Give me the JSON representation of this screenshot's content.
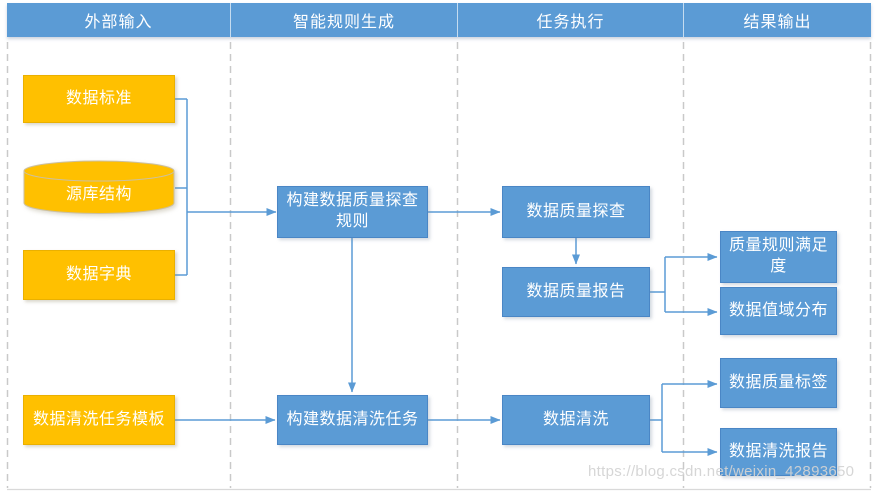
{
  "header": {
    "lanes": [
      {
        "label": "外部输入"
      },
      {
        "label": "智能规则生成"
      },
      {
        "label": "任务执行"
      },
      {
        "label": "结果输出"
      }
    ]
  },
  "nodes": {
    "data_standard": {
      "label": "数据标准"
    },
    "source_schema": {
      "label": "源库结构"
    },
    "data_dictionary": {
      "label": "数据字典"
    },
    "cleaning_template": {
      "label": "数据清洗任务模板"
    },
    "build_probe_rules": {
      "label": "构建数据质量探查\n规则"
    },
    "build_cleaning_task": {
      "label": "构建数据清洗任务"
    },
    "quality_probe": {
      "label": "数据质量探查"
    },
    "quality_report": {
      "label": "数据质量报告"
    },
    "data_cleaning": {
      "label": "数据清洗"
    },
    "rule_satisfaction": {
      "label": "质量规则满足\n度"
    },
    "value_distribution": {
      "label": "数据值域分布"
    },
    "quality_labels": {
      "label": "数据质量标签"
    },
    "cleaning_report": {
      "label": "数据清洗报告"
    }
  },
  "watermark": {
    "text": "https://blog.csdn.net/weixin_42893650"
  },
  "colors": {
    "lane_header_blue": "#5b9bd5",
    "process_box_blue": "#5b9bd5",
    "process_box_border": "#4a86c5",
    "input_box_orange": "#ffc000",
    "connector_blue": "#5b9bd5",
    "lane_divider_gray": "#c9c9c9"
  }
}
